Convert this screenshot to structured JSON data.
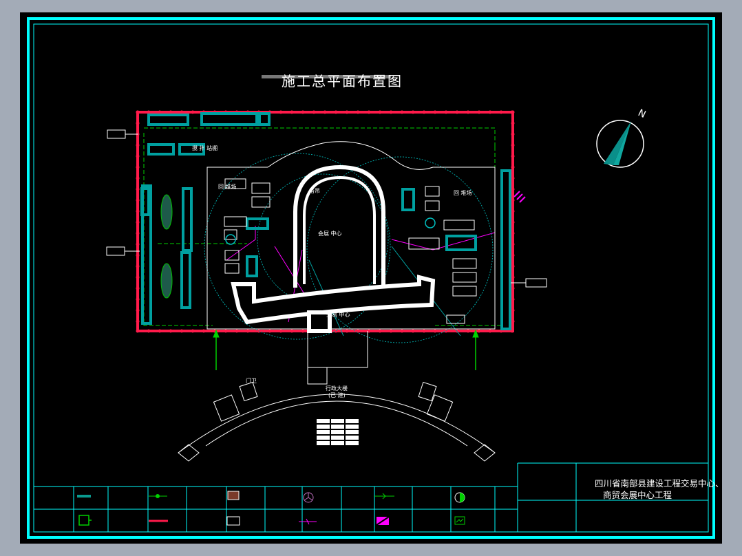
{
  "drawing": {
    "title": "施工总平面布置图",
    "project_line1": "四川省南部县建设工程交易中心、",
    "project_line2": "商贸会展中心工程"
  },
  "labels": {
    "exhibition_center": "会展 中心",
    "trade_center": "交易 中心",
    "admin_building": "行政大楼",
    "admin_building_sub": "(已 建)",
    "guard": "门卫",
    "storage_left": "回 堆场",
    "storage_right": "回 堆场",
    "tower_crane": "塔吊",
    "plant_label": "搅 拌 站棚"
  },
  "colors": {
    "site_boundary": "#ff1a4a",
    "temporary_road": "#00c8c8",
    "water_line": "#00e000",
    "power_line": "#ff00ff",
    "building": "#ffffff",
    "frame": "#00ffff",
    "crane_radius": "#00a0a0",
    "north_arrow": "#00a0a0"
  },
  "legend": {
    "row1": [
      "temporary-road-symbol",
      "water-pipe-symbol",
      "material-yard-symbol",
      "tower-crane-symbol",
      "drain-symbol",
      "hydrant-symbol"
    ],
    "row2": [
      "mixer-symbol",
      "site-fence-symbol",
      "temporary-building-symbol",
      "power-line-symbol",
      "distribution-box-symbol",
      "lighting-symbol"
    ]
  },
  "north_label": "N"
}
